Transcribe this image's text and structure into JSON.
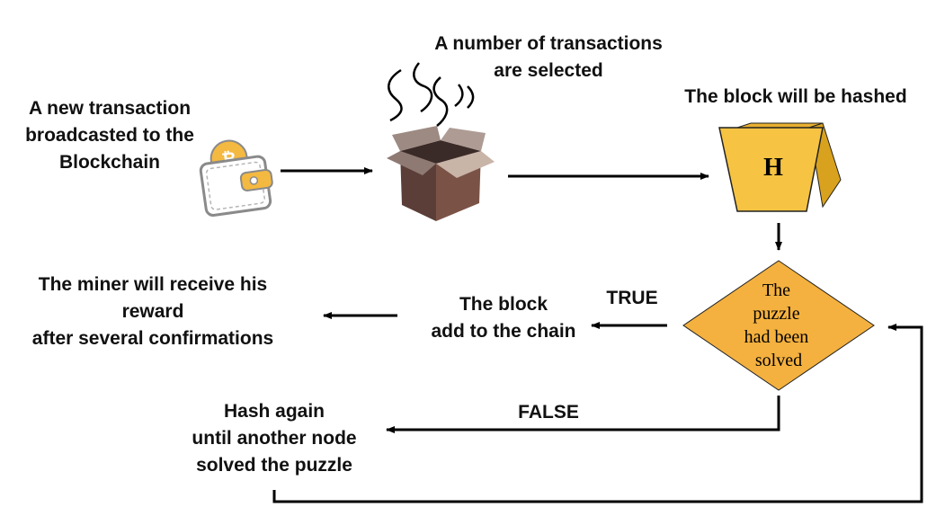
{
  "nodes": {
    "new_transaction": {
      "lines": [
        "A new transaction",
        "broadcasted to the",
        "Blockchain"
      ],
      "icon": "bitcoin-wallet-icon"
    },
    "selected": {
      "lines": [
        "A number of transactions",
        "are selected"
      ],
      "icon": "open-box-icon"
    },
    "hashed": {
      "lines": [
        "The block will be hashed"
      ],
      "hash_letter": "H"
    },
    "decision": {
      "lines": [
        "The",
        "puzzle",
        "had been",
        "solved"
      ]
    },
    "add_chain": {
      "lines": [
        "The block",
        "add to the chain"
      ]
    },
    "reward": {
      "lines": [
        "The miner will receive his",
        "reward",
        "after several confirmations"
      ]
    },
    "hash_again": {
      "lines": [
        "Hash again",
        "until another node",
        "solved the puzzle"
      ]
    }
  },
  "edges": {
    "true_label": "TRUE",
    "false_label": "FALSE"
  },
  "colors": {
    "accent": "#F4B941",
    "diamond_fill": "#F4B13F",
    "hash_front": "#F6C342",
    "hash_side": "#D9A21E",
    "arrow": "#000000",
    "box_brown": "#6B4A3E"
  }
}
